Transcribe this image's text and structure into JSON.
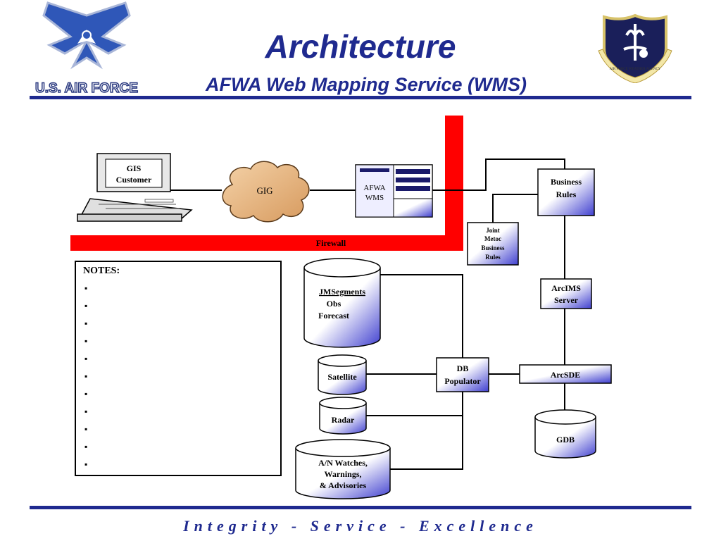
{
  "header": {
    "title": "Architecture",
    "subtitle": "AFWA Web Mapping Service (WMS)",
    "left_logo_text": "U.S. AIR FORCE",
    "right_logo_text": "AIR FORCE WEATHER AGENCY"
  },
  "footer": {
    "motto": "Integrity - Service - Excellence"
  },
  "colors": {
    "brand_blue": "#1f2a8f",
    "firewall_red": "#ff0000",
    "box_gradient_end": "#3f3fcf"
  },
  "diagram": {
    "gis_customer": "GIS Customer",
    "gis_customer_line1": "GIS",
    "gis_customer_line2": "Customer",
    "gig": "GIG",
    "afwa_wms_line1": "AFWA",
    "afwa_wms_line2": "WMS",
    "firewall": "Firewall",
    "business_rules_line1": "Business",
    "business_rules_line2": "Rules",
    "joint_metoc": [
      "Joint",
      "Metoc",
      "Business",
      "Rules"
    ],
    "arcims_line1": "ArcIMS",
    "arcims_line2": "Server",
    "arcsde": "ArcSDE",
    "gdb": "GDB",
    "db_populator_line1": "DB",
    "db_populator_line2": "Populator",
    "jmsegments": [
      "JMSegments",
      "Obs",
      "Forecast"
    ],
    "satellite": "Satellite",
    "radar": "Radar",
    "an_watches": [
      "A/N Watches,",
      "Warnings,",
      "& Advisories"
    ]
  },
  "notes": {
    "title": "NOTES:",
    "bullets": [
      "▪",
      "▪",
      "▪",
      "▪",
      "▪",
      "▪",
      "▪",
      "▪",
      "▪",
      "▪",
      "▪"
    ]
  }
}
